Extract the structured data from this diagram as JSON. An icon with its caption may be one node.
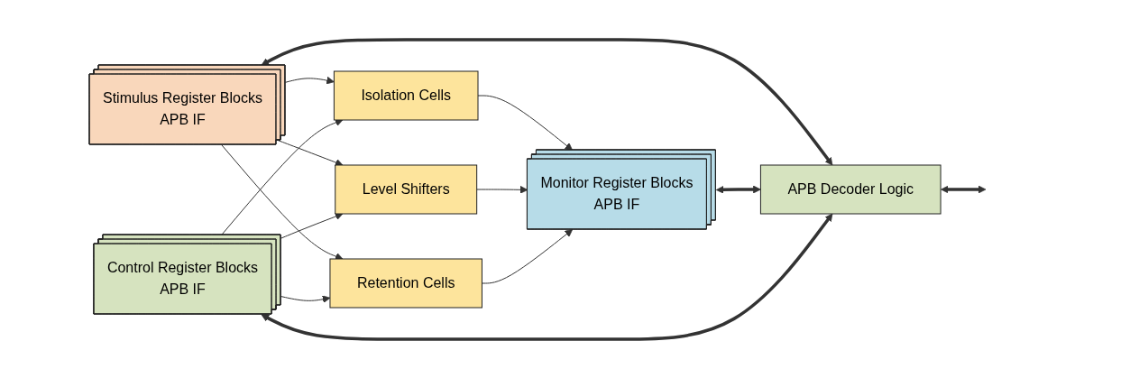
{
  "diagram": {
    "nodes": [
      {
        "text": [
          "Stimulus Register Blocks",
          "APB IF"
        ]
      },
      {
        "text": [
          "Isolation Cells"
        ]
      },
      {
        "text": [
          "Level Shifters"
        ]
      },
      {
        "text": [
          "Retention Cells"
        ]
      },
      {
        "text": [
          "Monitor Register Blocks",
          "APB IF"
        ]
      },
      {
        "text": [
          "Control Register Blocks",
          "APB IF"
        ]
      },
      {
        "text": [
          "APB Decoder Logic"
        ]
      }
    ],
    "edges": [
      {
        "from": 0,
        "to": 1,
        "arrow": "to"
      },
      {
        "from": 0,
        "to": 2,
        "arrow": "to"
      },
      {
        "from": 0,
        "to": 3,
        "arrow": "to"
      },
      {
        "from": 1,
        "to": 4,
        "arrow": "to"
      },
      {
        "from": 2,
        "to": 4,
        "arrow": "to"
      },
      {
        "from": 3,
        "to": 4,
        "arrow": "to"
      },
      {
        "from": 5,
        "to": 1,
        "arrow": "to"
      },
      {
        "from": 5,
        "to": 2,
        "arrow": "to"
      },
      {
        "from": 5,
        "to": 3,
        "arrow": "to"
      },
      {
        "from": 0,
        "to": 6,
        "arrow": "both",
        "style": "thick"
      },
      {
        "from": 4,
        "to": 6,
        "arrow": "both",
        "style": "thick"
      },
      {
        "from": 5,
        "to": 6,
        "arrow": "both",
        "style": "thick"
      },
      {
        "from": 6,
        "to": null,
        "arrow": "both",
        "style": "thick"
      }
    ]
  }
}
